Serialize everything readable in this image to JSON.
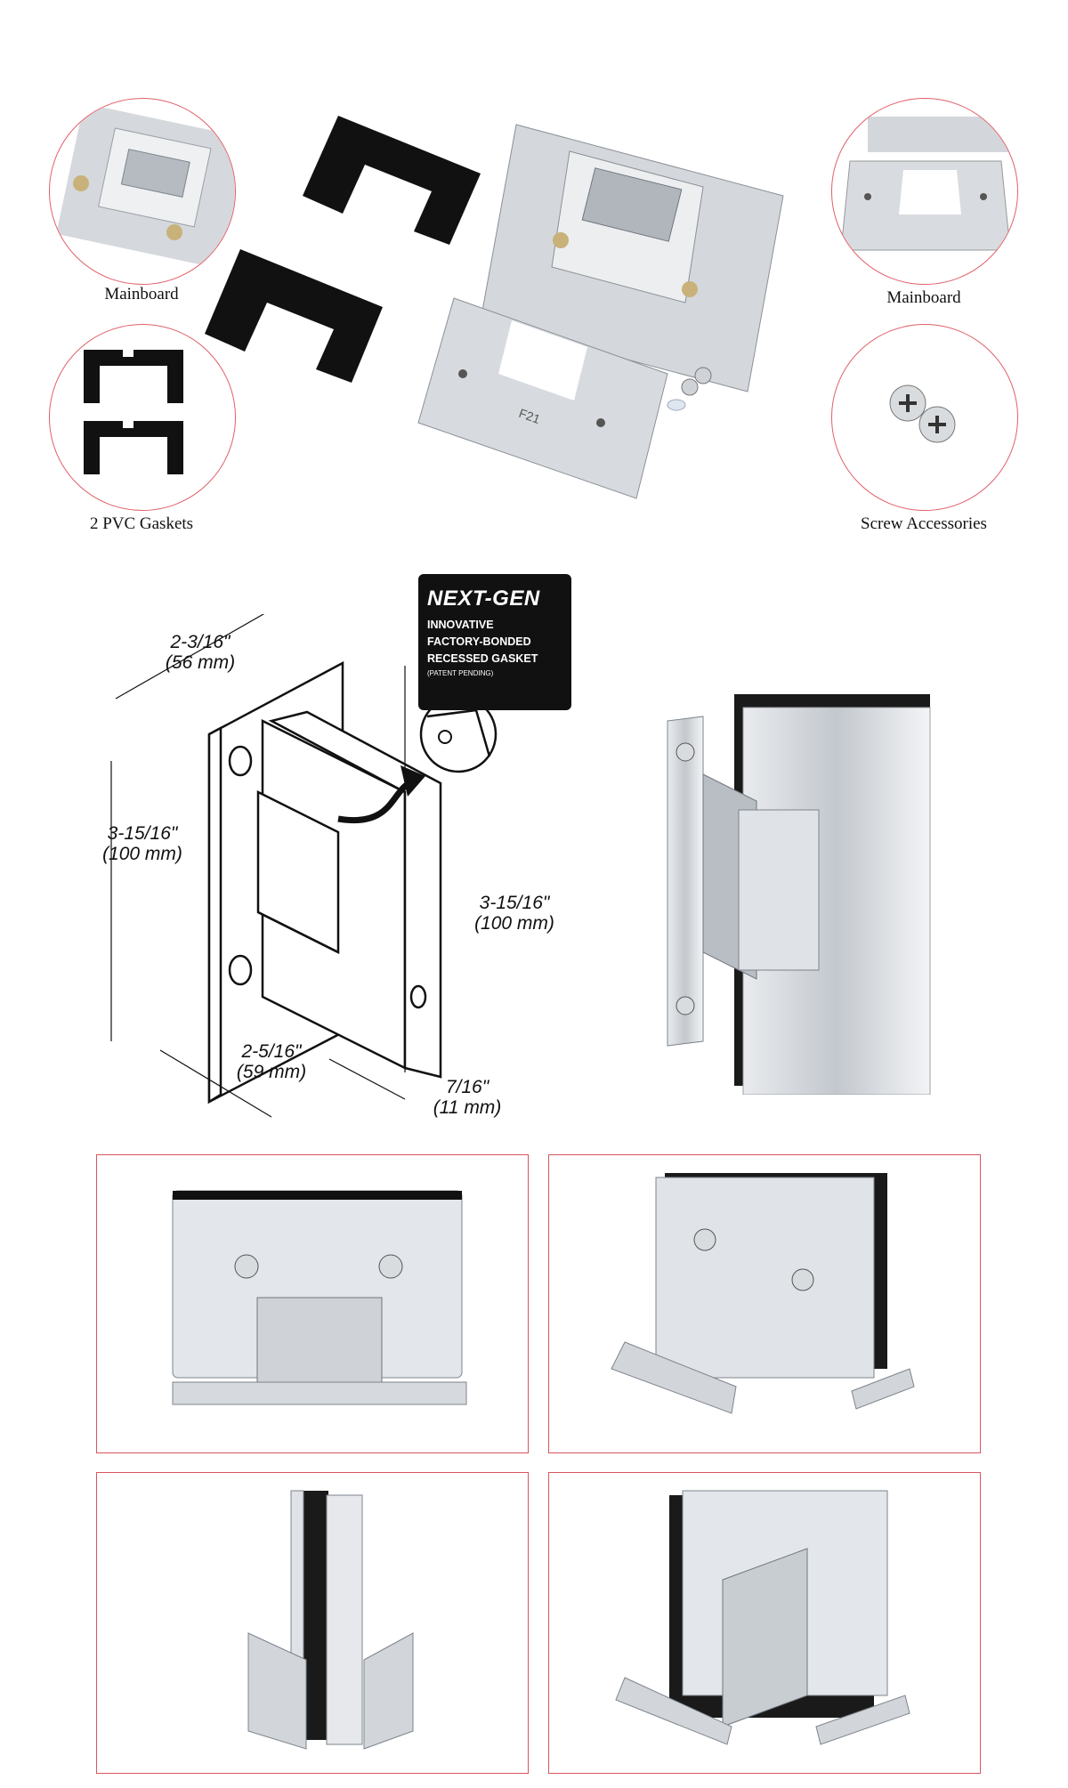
{
  "captions": {
    "mainboard_left": "Mainboard",
    "mainboard_right": "Mainboard",
    "gaskets": "2 PVC Gaskets",
    "screws": "Screw Accessories"
  },
  "badge": {
    "title": "NEXT-GEN",
    "line1": "INNOVATIVE",
    "line2": "FACTORY-BONDED",
    "line3": "RECESSED GASKET",
    "note": "(PATENT PENDING)"
  },
  "dimensions": {
    "width_top": "2-3/16\"",
    "width_top_mm": "(56 mm)",
    "height_left": "3-15/16\"",
    "height_left_mm": "(100 mm)",
    "height_right": "3-15/16\"",
    "height_right_mm": "(100 mm)",
    "width_bottom": "2-5/16\"",
    "width_bottom_mm": "(59 mm)",
    "depth": "7/16\"",
    "depth_mm": "(11 mm)"
  },
  "plate_marking": "F21",
  "colors": {
    "circle_border": "#e0606a",
    "frame_border": "#d9555f",
    "chrome": "#c9ccd1",
    "gasket": "#111111"
  }
}
